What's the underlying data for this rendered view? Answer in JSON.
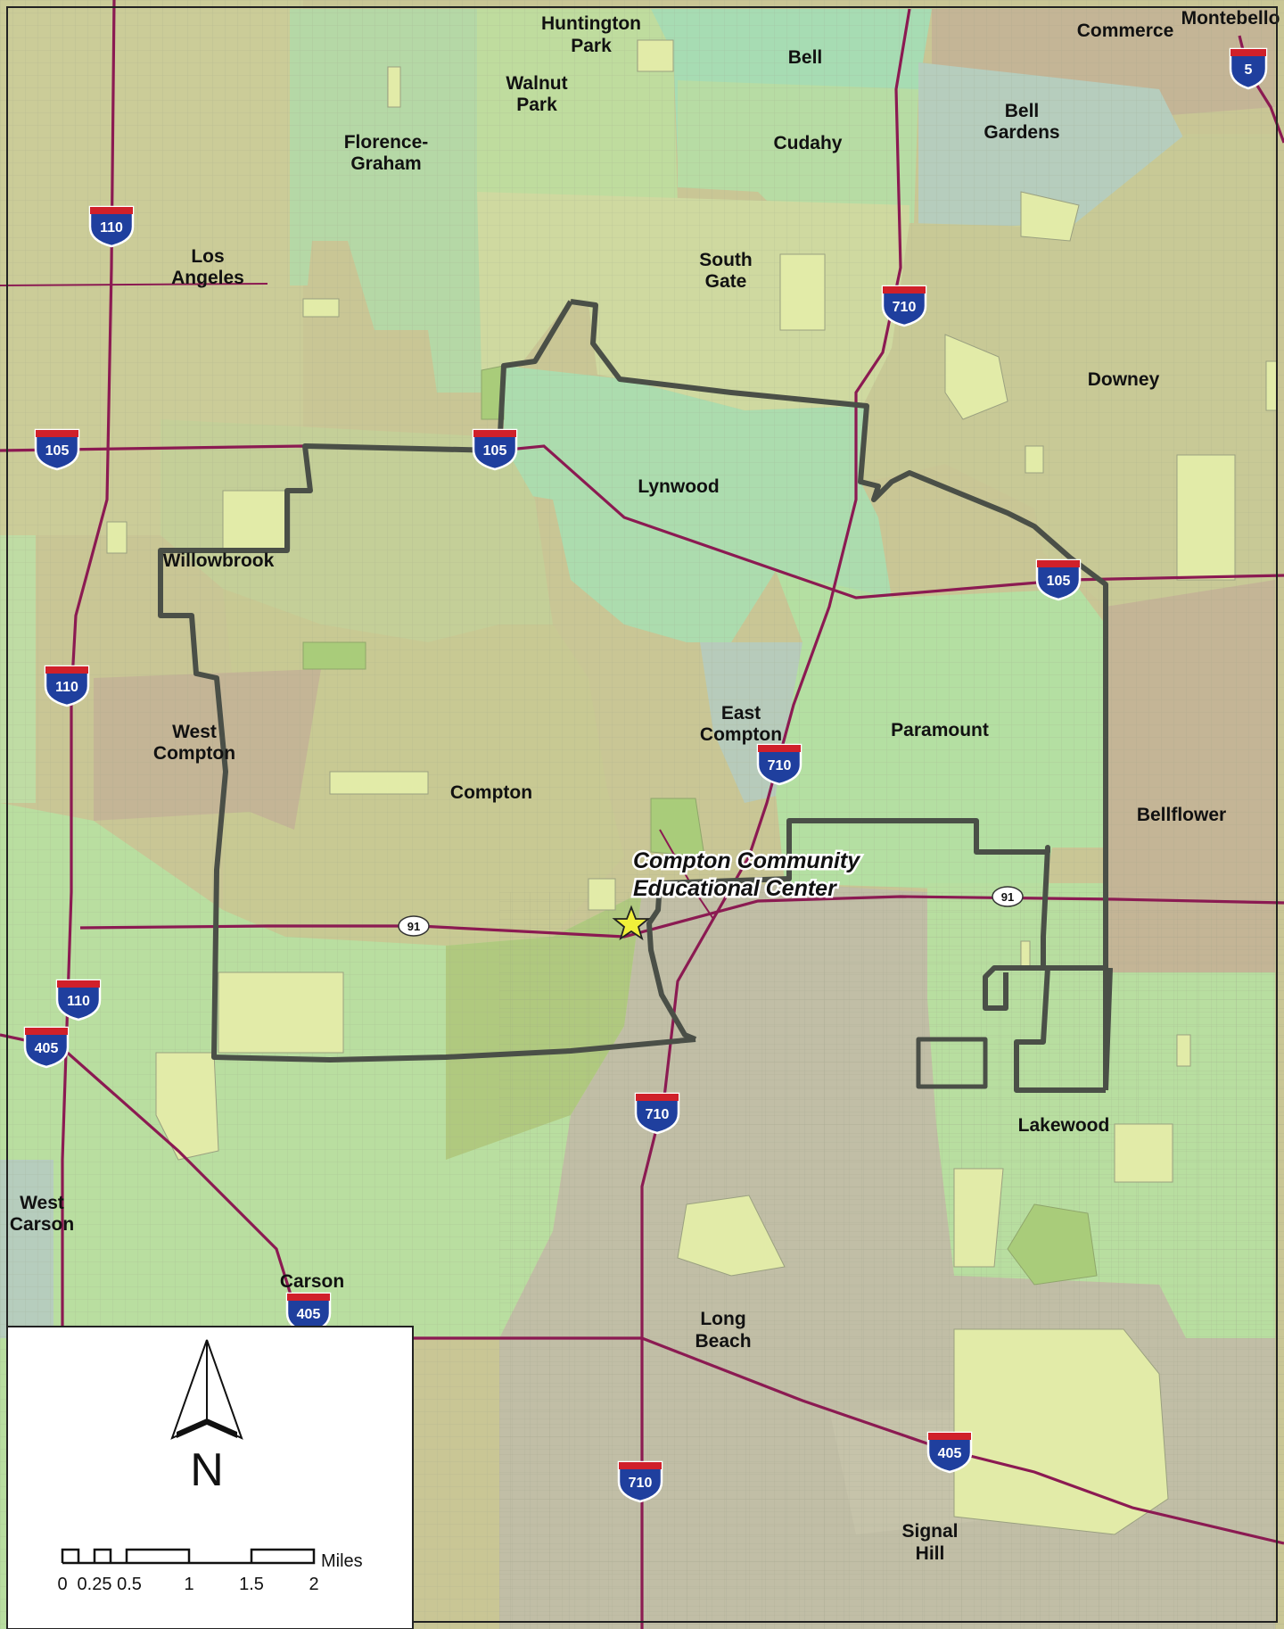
{
  "map": {
    "places": [
      {
        "id": "huntington-park",
        "lines": [
          "Huntington",
          "Park"
        ]
      },
      {
        "id": "commerce",
        "lines": [
          "Commerce"
        ]
      },
      {
        "id": "montebello",
        "lines": [
          "Montebello"
        ]
      },
      {
        "id": "bell",
        "lines": [
          "Bell"
        ]
      },
      {
        "id": "walnut-park",
        "lines": [
          "Walnut",
          "Park"
        ]
      },
      {
        "id": "bell-gardens",
        "lines": [
          "Bell",
          "Gardens"
        ]
      },
      {
        "id": "florence-graham",
        "lines": [
          "Florence-",
          "Graham"
        ]
      },
      {
        "id": "cudahy",
        "lines": [
          "Cudahy"
        ]
      },
      {
        "id": "los-angeles",
        "lines": [
          "Los",
          "Angeles"
        ]
      },
      {
        "id": "south-gate",
        "lines": [
          "South",
          "Gate"
        ]
      },
      {
        "id": "downey",
        "lines": [
          "Downey"
        ]
      },
      {
        "id": "lynwood",
        "lines": [
          "Lynwood"
        ]
      },
      {
        "id": "willowbrook",
        "lines": [
          "Willowbrook"
        ]
      },
      {
        "id": "east-compton",
        "lines": [
          "East",
          "Compton"
        ]
      },
      {
        "id": "paramount",
        "lines": [
          "Paramount"
        ]
      },
      {
        "id": "west-compton",
        "lines": [
          "West",
          "Compton"
        ]
      },
      {
        "id": "compton",
        "lines": [
          "Compton"
        ]
      },
      {
        "id": "bellflower",
        "lines": [
          "Bellflower"
        ]
      },
      {
        "id": "lakewood",
        "lines": [
          "Lakewood"
        ]
      },
      {
        "id": "west-carson",
        "lines": [
          "West",
          "Carson"
        ]
      },
      {
        "id": "carson",
        "lines": [
          "Carson"
        ]
      },
      {
        "id": "long-beach",
        "lines": [
          "Long",
          "Beach"
        ]
      },
      {
        "id": "signal-hill",
        "lines": [
          "Signal",
          "Hill"
        ]
      }
    ],
    "callout": {
      "lines": [
        "Compton Community",
        "Educational Center"
      ]
    },
    "interstate_shields": [
      {
        "id": "i5",
        "label": "5"
      },
      {
        "id": "i110-a",
        "label": "110"
      },
      {
        "id": "i710-a",
        "label": "710"
      },
      {
        "id": "i105-a",
        "label": "105"
      },
      {
        "id": "i105-b",
        "label": "105"
      },
      {
        "id": "i105-c",
        "label": "105"
      },
      {
        "id": "i110-b",
        "label": "110"
      },
      {
        "id": "i710-b",
        "label": "710"
      },
      {
        "id": "i110-c",
        "label": "110"
      },
      {
        "id": "i405-a",
        "label": "405"
      },
      {
        "id": "i710-c",
        "label": "710"
      },
      {
        "id": "i405-b",
        "label": "405"
      },
      {
        "id": "i405-c",
        "label": "405"
      },
      {
        "id": "i710-d",
        "label": "710"
      }
    ],
    "state_routes": [
      {
        "id": "sr91-a",
        "label": "91"
      },
      {
        "id": "sr91-b",
        "label": "91"
      }
    ],
    "colors": {
      "tan": "#c9c695",
      "olive": "#cdd39a",
      "green": "#b9dea0",
      "lightgreen": "#c2e6ad",
      "teal": "#a9dcb8",
      "bluegray": "#b6cdbd",
      "brown": "#c4b596",
      "taupe": "#c1bea6",
      "darkgreen": "#b0c97f",
      "highway": "#8b1a52",
      "boundary": "#4a4f47",
      "star": "#f0f03a"
    }
  },
  "legend": {
    "north_label": "N",
    "scale": {
      "ticks": [
        "0",
        "0.25",
        "0.5",
        "1",
        "1.5",
        "2"
      ],
      "unit": "Miles"
    }
  }
}
